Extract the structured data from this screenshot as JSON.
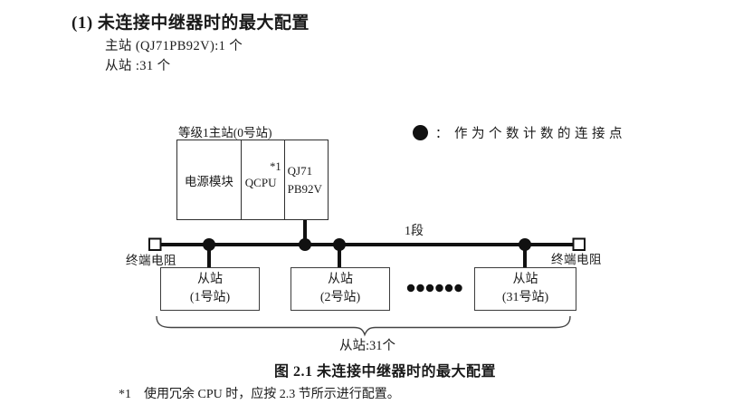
{
  "section": {
    "heading": "(1) 未连接中继器时的最大配置",
    "master_spec": "主站 (QJ71PB92V):1 个",
    "slave_spec": "从站 :31 个"
  },
  "diagram": {
    "master_station_label": "等级1主站(0号站)",
    "master_modules": {
      "power_module": "电源模块",
      "cpu": "QCPU",
      "cpu_footnote_ref": "*1",
      "network_module_line1": "QJ71",
      "network_module_line2": "PB92V"
    },
    "legend": {
      "separator": "：",
      "text": "作为个数计数的连接点"
    },
    "segment_label": "1段",
    "left_terminator_label": "终端电阻",
    "right_terminator_label": "终端电阻",
    "slave_stations": [
      {
        "line1": "从站",
        "line2": "(1号站)"
      },
      {
        "line1": "从站",
        "line2": "(2号站)"
      },
      {
        "line1": "从站",
        "line2": "(31号站)"
      }
    ],
    "slave_total_label": "从站:31个"
  },
  "figure": {
    "caption": "图 2.1 未连接中继器时的最大配置"
  },
  "footnote": {
    "marker": "*1",
    "text": "使用冗余 CPU 时，应按 2.3 节所示进行配置。"
  },
  "colors": {
    "ink": "#1a1a1a",
    "bus_line": "#111111",
    "box_border": "#3c3c3c",
    "background": "#ffffff"
  }
}
